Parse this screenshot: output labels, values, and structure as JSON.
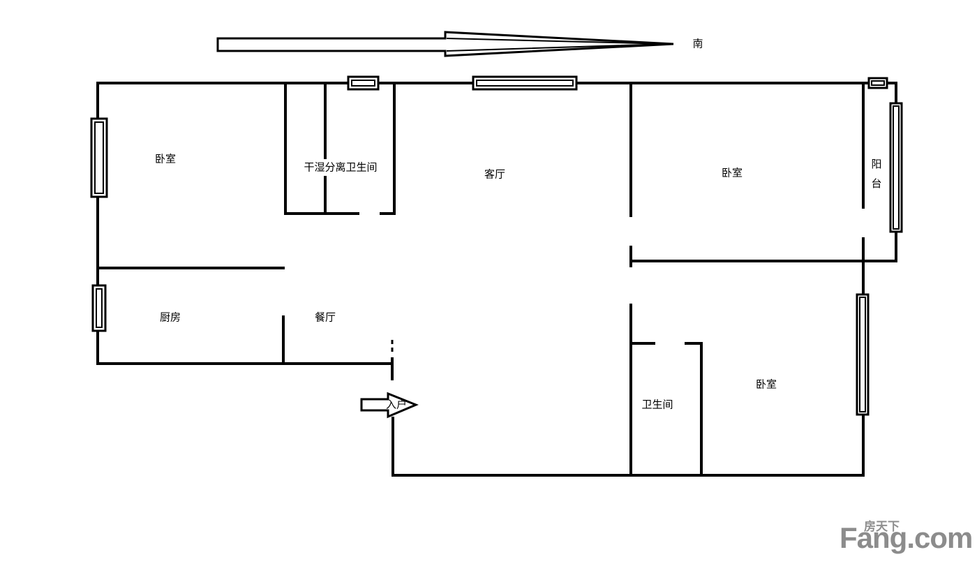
{
  "compass": {
    "south_label": "南"
  },
  "rooms": {
    "bedroom_west": "卧室",
    "bathroom_dry_wet": "干湿分离卫生间",
    "living_room": "客厅",
    "bedroom_northeast": "卧室",
    "balcony": "阳台",
    "kitchen": "厨房",
    "dining_room": "餐厅",
    "bathroom": "卫生间",
    "bedroom_southeast": "卧室"
  },
  "entrance": {
    "label": "入户"
  },
  "watermark": {
    "brand_cn": "房天下",
    "brand_en": "Fang.com"
  }
}
